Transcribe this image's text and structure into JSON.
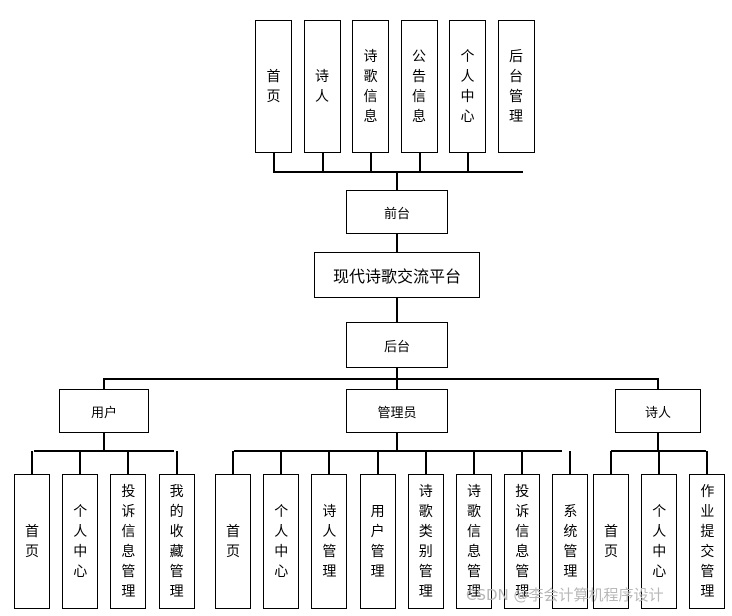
{
  "center": {
    "label": "现代诗歌交流平台"
  },
  "frontend": {
    "label": "前台",
    "items": [
      "首页",
      "诗人",
      "诗歌信息",
      "公告信息",
      "个人中心",
      "后台管理"
    ]
  },
  "backend": {
    "label": "后台",
    "roles": [
      {
        "label": "用户",
        "items": [
          "首页",
          "个人中心",
          "投诉信息管理",
          "我的收藏管理"
        ]
      },
      {
        "label": "管理员",
        "items": [
          "首页",
          "个人中心",
          "诗人管理",
          "用户管理",
          "诗歌类别管理",
          "诗歌信息管理",
          "投诉信息管理",
          "系统管理"
        ]
      },
      {
        "label": "诗人",
        "items": [
          "首页",
          "个人中心",
          "作业提交管理"
        ]
      }
    ]
  },
  "watermark": "CSDN @李会计算机程序设计"
}
